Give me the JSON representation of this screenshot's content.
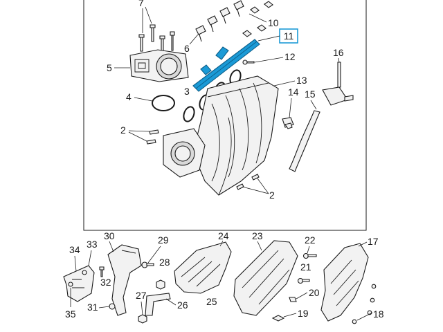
{
  "diagram": {
    "highlight_color": "#1b9ad6",
    "highlighted_part": "11",
    "callouts": {
      "c2a": "2",
      "c2b": "2",
      "c3": "3",
      "c4": "4",
      "c5": "5",
      "c6": "6",
      "c7": "7",
      "c10": "10",
      "c11": "11",
      "c12": "12",
      "c13": "13",
      "c14": "14",
      "c15": "15",
      "c16": "16",
      "c17": "17",
      "c18": "18",
      "c19": "19",
      "c20": "20",
      "c21": "21",
      "c22": "22",
      "c23": "23",
      "c24": "24",
      "c25": "25",
      "c26": "26",
      "c27": "27",
      "c28": "28",
      "c29": "29",
      "c30": "30",
      "c31": "31",
      "c32": "32",
      "c33": "33",
      "c34": "34",
      "c35": "35"
    }
  }
}
